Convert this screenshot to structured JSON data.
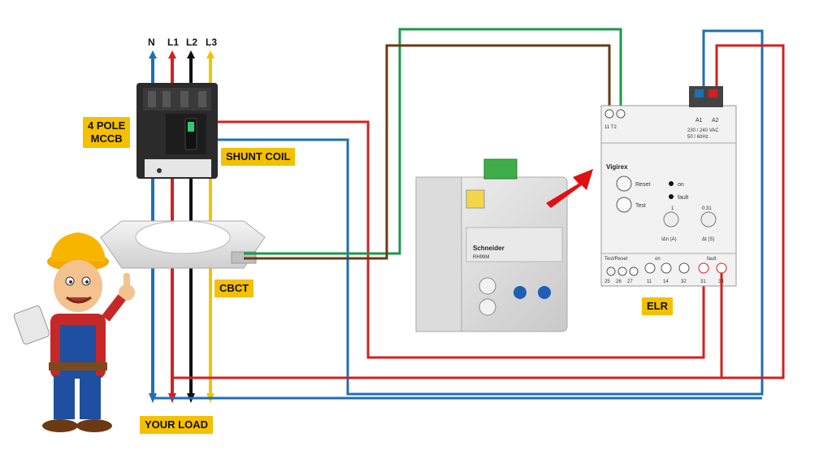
{
  "phases": [
    "N",
    "L1",
    "L2",
    "L3"
  ],
  "labels": {
    "mccb_line1": "4 POLE",
    "mccb_line2": "MCCB",
    "shunt_coil": "SHUNT COIL",
    "cbct": "CBCT",
    "elr": "ELR",
    "your_load": "YOUR LOAD"
  },
  "elr_panel": {
    "terminal_top_left": "11  T2",
    "a1": "A1",
    "a2": "A2",
    "supply_text": "230 / 240 VAC",
    "freq_text": "50 / 60Hz",
    "brand": "Vigirex",
    "reset": "Reset",
    "test": "Test",
    "on": "on",
    "fault": "fault",
    "dial1_value": "1",
    "dial2_value": "0.31",
    "dial1_label": "IΔn (A)",
    "dial2_label": "Δt (S)",
    "test_reset": "Test/Reset",
    "on_group": "on",
    "fault_group": "fault",
    "bottom_terminals": [
      "25",
      "26",
      "27",
      "11",
      "14",
      "32",
      "31",
      "34"
    ]
  },
  "relay_photo": {
    "brand": "Schneider",
    "model": "RH99M"
  },
  "colors": {
    "neutral": "#1f6fb5",
    "l1": "#d42020",
    "l2": "#111111",
    "l3": "#f2c400",
    "green": "#1a9a4a",
    "brown": "#6b3a12",
    "label_bg": "#f5c000",
    "arrow": "#e01010"
  }
}
